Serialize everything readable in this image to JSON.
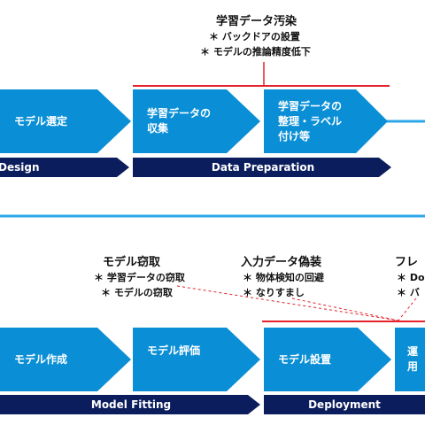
{
  "colors": {
    "process_blue": "#0a8fd6",
    "phase_navy": "#0b1d5c",
    "divider_blue": "#2ea7e8",
    "threat_red": "#e3222b"
  },
  "top_row": {
    "phase_left": "Design",
    "phase_mid": "Data Preparation",
    "step_model_selection": "モデル選定",
    "step_collect": "学習データの\n収集",
    "step_organize": "学習データの\n整理・ラベル\n付け等",
    "threat_poisoning": {
      "title": "学習データ汚染",
      "items": [
        "＊ バックドアの設置",
        "＊ モデルの推論精度低下"
      ]
    }
  },
  "bottom_row": {
    "phase_fitting": "Model Fitting",
    "phase_deploy": "Deployment",
    "step_create": "モデル作成",
    "step_eval": "モデル評価",
    "step_install": "モデル設置",
    "step_operate": "運用",
    "threat_theft": {
      "title": "モデル窃取",
      "items": [
        "＊ 学習データの窃取",
        "＊ モデルの窃取"
      ]
    },
    "threat_spoof": {
      "title": "入力データ偽装",
      "items": [
        "＊ 物体検知の回避",
        "＊ なりすまし"
      ]
    },
    "threat_frame": {
      "title": "フレ",
      "items": [
        "＊ Do",
        "＊ バ"
      ]
    }
  }
}
